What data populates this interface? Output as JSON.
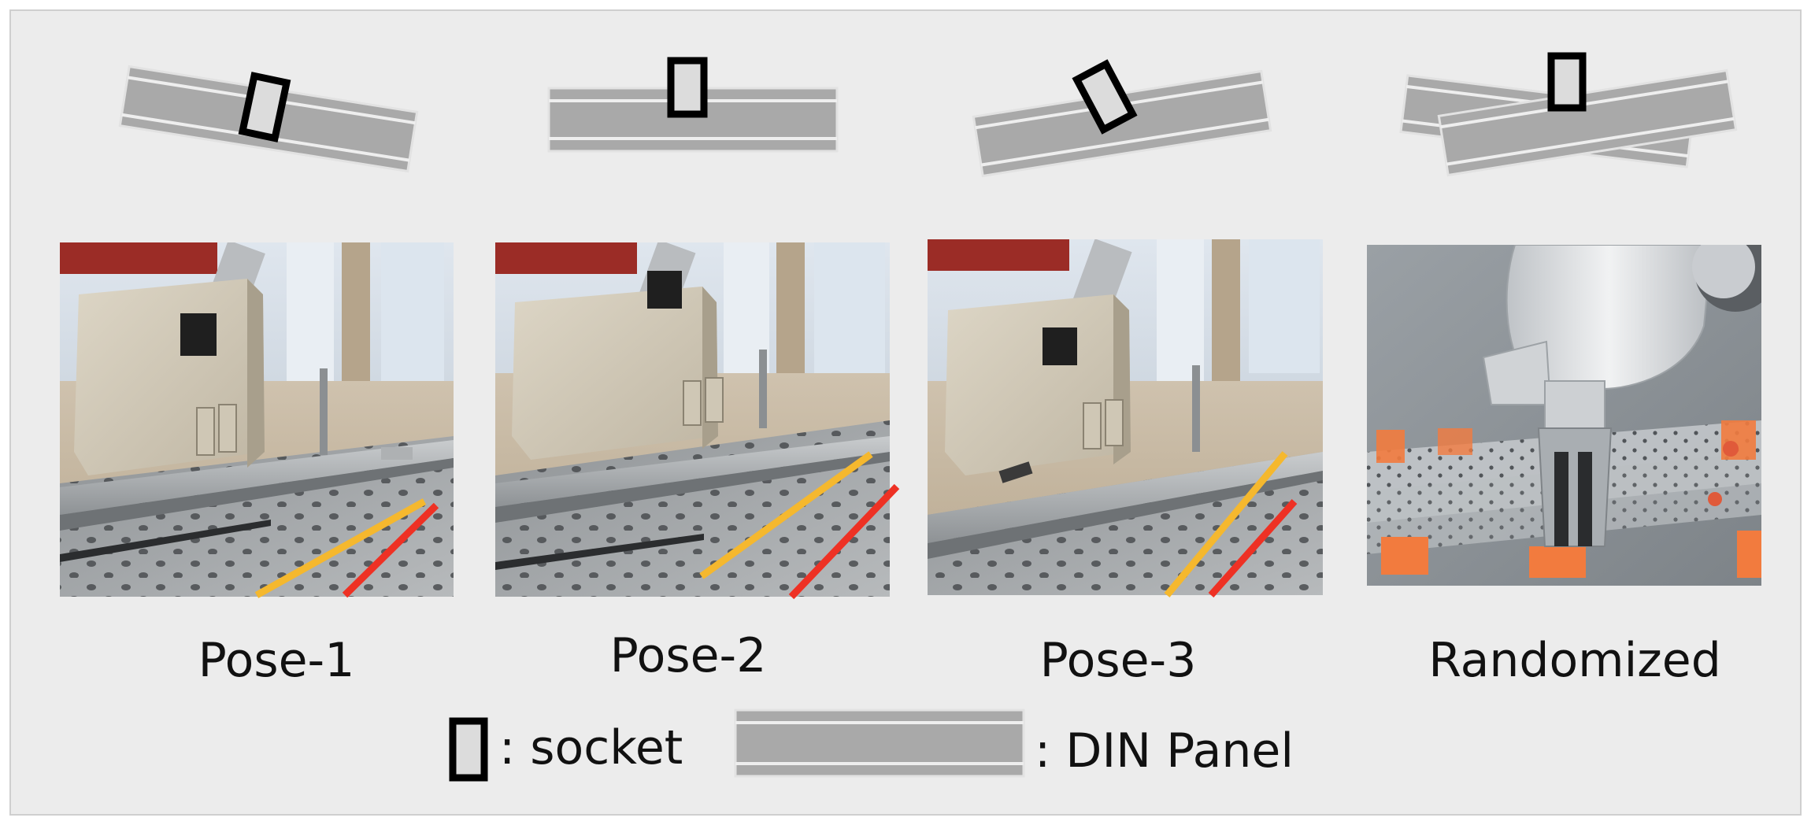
{
  "poses": [
    {
      "id": "pose-1",
      "label": "Pose-1"
    },
    {
      "id": "pose-2",
      "label": "Pose-2"
    },
    {
      "id": "pose-3",
      "label": "Pose-3"
    },
    {
      "id": "randomized",
      "label": "Randomized"
    }
  ],
  "legend": {
    "socket_label": ": socket",
    "panel_label": ": DIN Panel"
  },
  "colors": {
    "panel": "#a9a9a9",
    "panel_line": "#eeeeee",
    "socket_fill": "#dcdcdc",
    "socket_stroke": "#000000",
    "yellow_line": "#f5b82e",
    "red_line": "#ee3124",
    "background": "#ececec"
  }
}
